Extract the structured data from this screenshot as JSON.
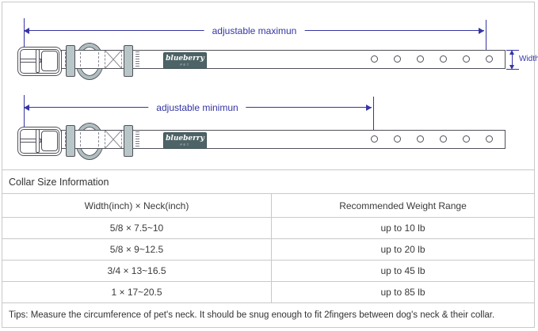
{
  "diagram": {
    "collar_top": {
      "dimension_label": "adjustable maximun"
    },
    "collar_bottom": {
      "dimension_label": "adjustable minimun"
    },
    "width_label": "Width",
    "logo": {
      "brand": "blueberry",
      "sub": "PET"
    },
    "holes_per_collar": 6,
    "colors": {
      "dimension": "#3535a5",
      "outline": "#50505a",
      "keeper_fill": "#b9c6c8",
      "logo_bg": "#4d6366"
    }
  },
  "table": {
    "title": "Collar Size Information",
    "columns": [
      "Width(inch) × Neck(inch)",
      "Recommended Weight Range"
    ],
    "rows": [
      {
        "size": "5/8 × 7.5~10",
        "weight": "up to 10 lb"
      },
      {
        "size": "5/8 × 9~12.5",
        "weight": "up to 20 lb"
      },
      {
        "size": "3/4 × 13~16.5",
        "weight": "up to 45 lb"
      },
      {
        "size": "1 × 17~20.5",
        "weight": "up to 85 lb"
      }
    ],
    "tips": "Tips: Measure the circumference of pet's neck. It should be snug enough to fit 2fingers between dog's neck & their collar."
  }
}
